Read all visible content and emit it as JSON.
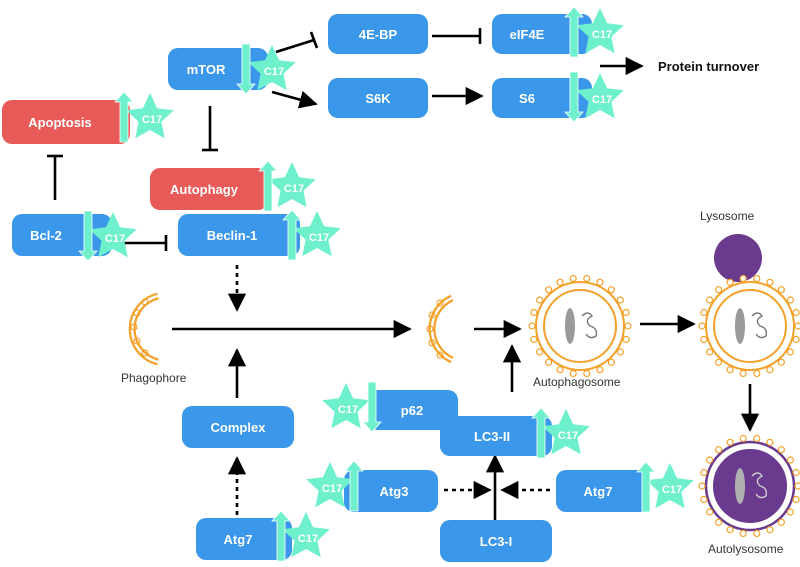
{
  "colors": {
    "node": "#3b97ea",
    "process": "#e85a58",
    "star": "#6ef0cc",
    "arrow": "#000000",
    "vesicle": "#f4a12a",
    "lysosome": "#6a3a8e"
  },
  "nodes": {
    "mtor": "mTOR",
    "fourebp": "4E-BP",
    "eif4e": "eIF4E",
    "s6k": "S6K",
    "s6": "S6",
    "apoptosis": "Apoptosis",
    "autophagy": "Autophagy",
    "bcl2": "Bcl-2",
    "beclin1": "Beclin-1",
    "complex": "Complex",
    "p62": "p62",
    "lc3ii": "LC3-II",
    "atg3": "Atg3",
    "atg7_left": "Atg7",
    "atg7_right": "Atg7",
    "lc3i": "LC3-I"
  },
  "labels": {
    "protein_turnover": "Protein turnover",
    "phagophore": "Phagophore",
    "autophagosome": "Autophagosome",
    "lysosome": "Lysosome",
    "autolysosome": "Autolysosome"
  },
  "compound": "C17",
  "effects": {
    "mtor": "down",
    "eif4e": "up",
    "s6": "down",
    "apoptosis": "up",
    "autophagy": "up",
    "bcl2": "down",
    "beclin1": "up",
    "p62": "down",
    "lc3ii": "up",
    "atg3": "up",
    "atg7_left": "up",
    "atg7_right": "up"
  }
}
